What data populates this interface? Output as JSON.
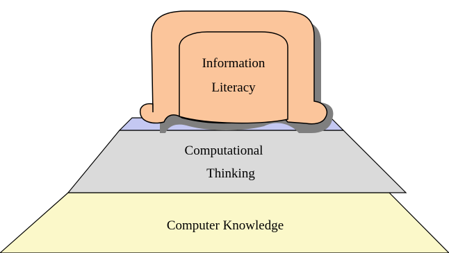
{
  "diagram": {
    "top_label_line1": "Information",
    "top_label_line2": "Literacy",
    "middle_label_line1": "Computational",
    "middle_label_line2": "Thinking",
    "bottom_label": "Computer Knowledge"
  },
  "colors": {
    "top_fill": "#fbc59b",
    "top_shadow": "#7f7f7f",
    "strip_fill": "#c4c8f2",
    "middle_fill": "#dadada",
    "bottom_fill": "#fbf8c9",
    "outline": "#000000"
  }
}
